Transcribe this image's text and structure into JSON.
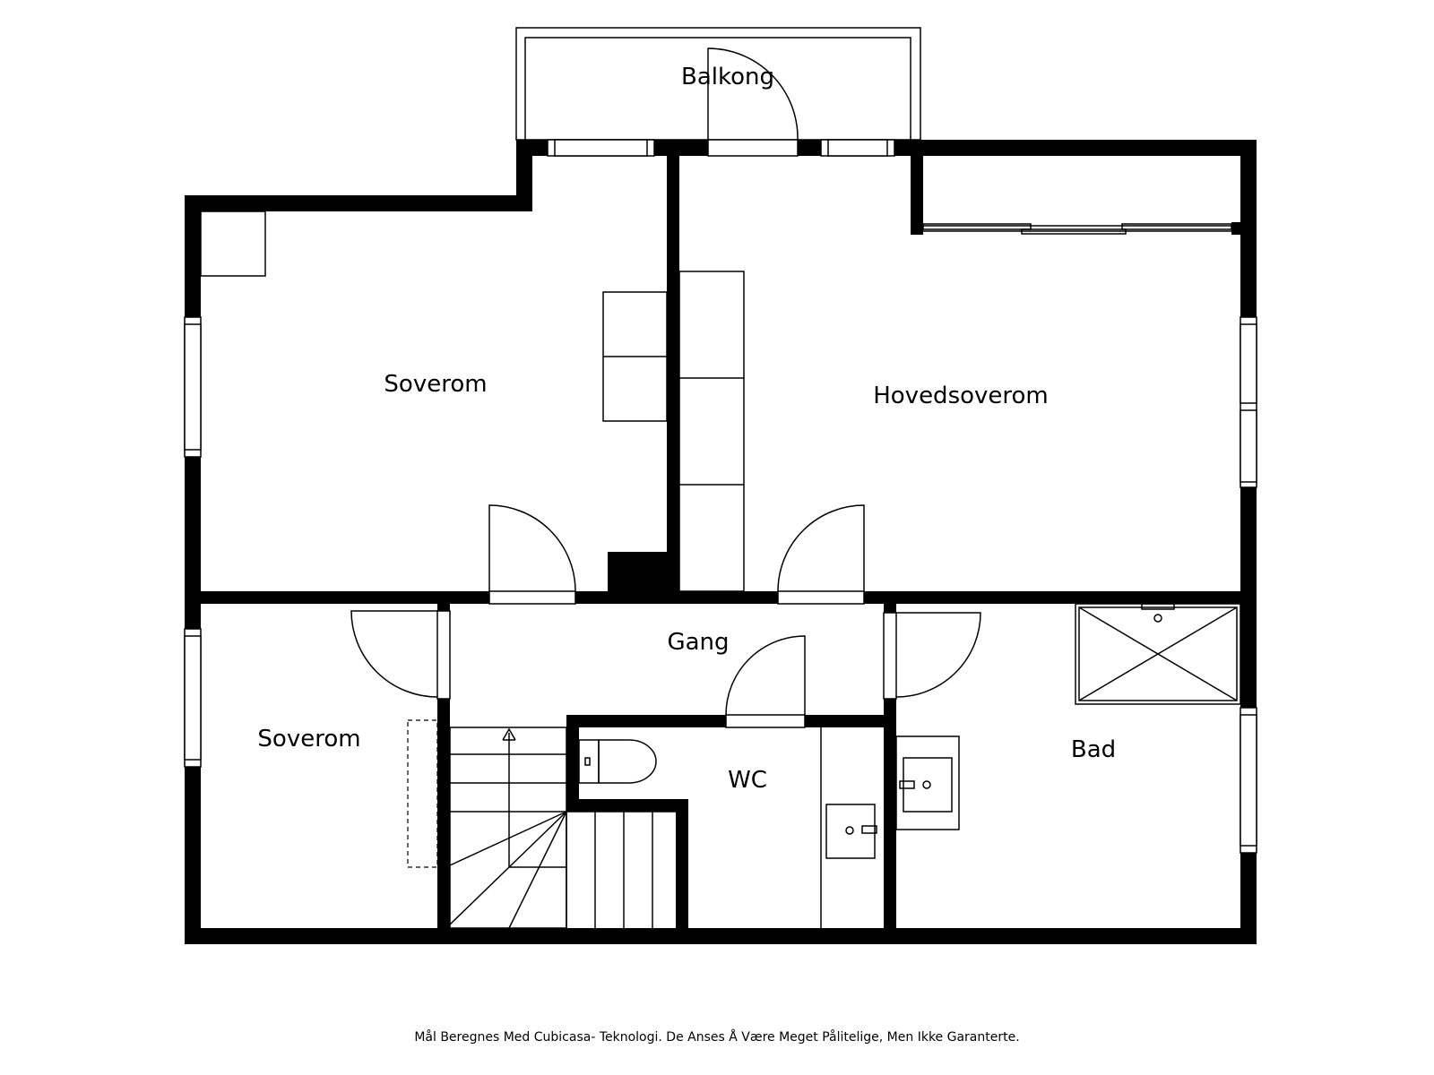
{
  "rooms": {
    "balkong": "Balkong",
    "soverom_upper": "Soverom",
    "hovedsoverom": "Hovedsoverom",
    "gang": "Gang",
    "soverom_lower": "Soverom",
    "wc": "WC",
    "bad": "Bad"
  },
  "footer": {
    "disclaimer": "Mål Beregnes Med Cubicasa- Teknologi. De Anses Å Være Meget Pålitelige, Men Ikke Garanterte."
  }
}
